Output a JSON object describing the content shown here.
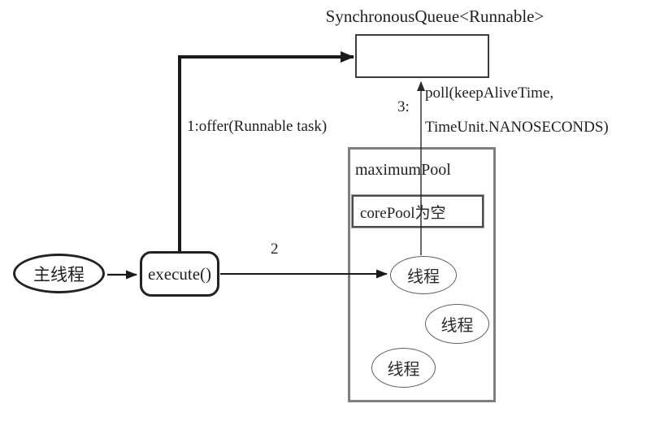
{
  "diagram": {
    "title": "SynchronousQueue<Runnable>",
    "nodes": {
      "main_thread": "主线程",
      "execute": "execute()",
      "maximum_pool": "maximumPool",
      "core_pool": "corePool为空",
      "thread1": "线程",
      "thread2": "线程",
      "thread3": "线程"
    },
    "edge_labels": {
      "offer": "1:offer(Runnable task)",
      "step2": "2",
      "step3": "3:",
      "poll_line1": "poll(keepAliveTime,",
      "poll_line2": "TimeUnit.NANOSECONDS)"
    },
    "colors": {
      "ink": "#1f1f1f",
      "node_border_dark": "#222222",
      "queue_border": "#3d3d3d",
      "pool_border_grey": "#7f7f7f",
      "background": "#ffffff"
    }
  }
}
